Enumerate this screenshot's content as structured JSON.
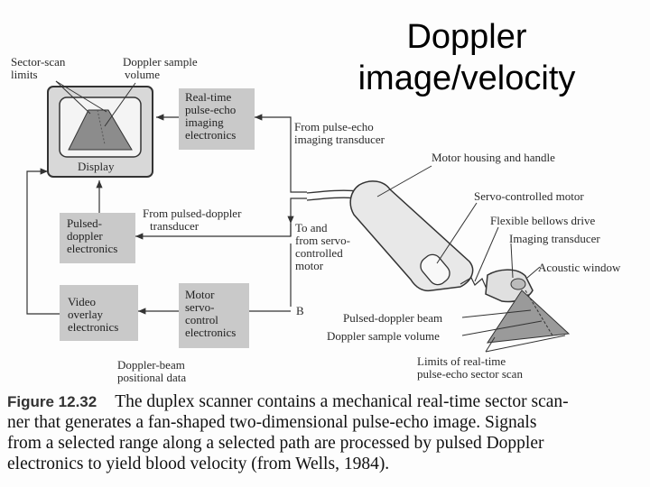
{
  "slide_title": [
    "Doppler",
    "image/velocity"
  ],
  "labels": {
    "sector_scan_limits": [
      "Sector-scan",
      "limits"
    ],
    "doppler_sample_volume_top": [
      "Doppler sample",
      "volume"
    ],
    "display": "Display",
    "realtime_box": [
      "Real-time",
      "pulse-echo",
      "imaging",
      "electronics"
    ],
    "from_pulse_echo": [
      "From pulse-echo",
      "imaging transducer"
    ],
    "pulsed_doppler_box": [
      "Pulsed-",
      "doppler",
      "electronics"
    ],
    "from_pulsed_doppler": [
      "From pulsed-doppler",
      "transducer"
    ],
    "to_and_from_servo": [
      "To and",
      "from servo-",
      "controlled",
      "motor"
    ],
    "video_overlay_box": [
      "Video",
      "overlay",
      "electronics"
    ],
    "motor_servo_box": [
      "Motor",
      "servo-",
      "control",
      "electronics"
    ],
    "b_label": "B",
    "doppler_beam_positional": [
      "Doppler-beam",
      "positional data"
    ],
    "motor_housing": "Motor housing and handle",
    "servo_controlled_motor": "Servo-controlled motor",
    "flexible_bellows": "Flexible bellows drive",
    "imaging_transducer": "Imaging transducer",
    "acoustic_window": "Acoustic window",
    "pulsed_doppler_beam": "Pulsed-doppler beam",
    "doppler_sample_volume_bottom": "Doppler sample volume",
    "limits_realtime": [
      "Limits of real-time",
      "pulse-echo sector scan"
    ]
  },
  "caption": {
    "figure_number": "Figure 12.32",
    "lines": [
      "The duplex scanner contains a mechanical real-time sector scan-",
      "ner that generates a fan-shaped two-dimensional pulse-echo image. Signals",
      "from a selected range along a selected path are processed by pulsed Doppler",
      "electronics to yield blood velocity (from Wells, 1984)."
    ]
  }
}
